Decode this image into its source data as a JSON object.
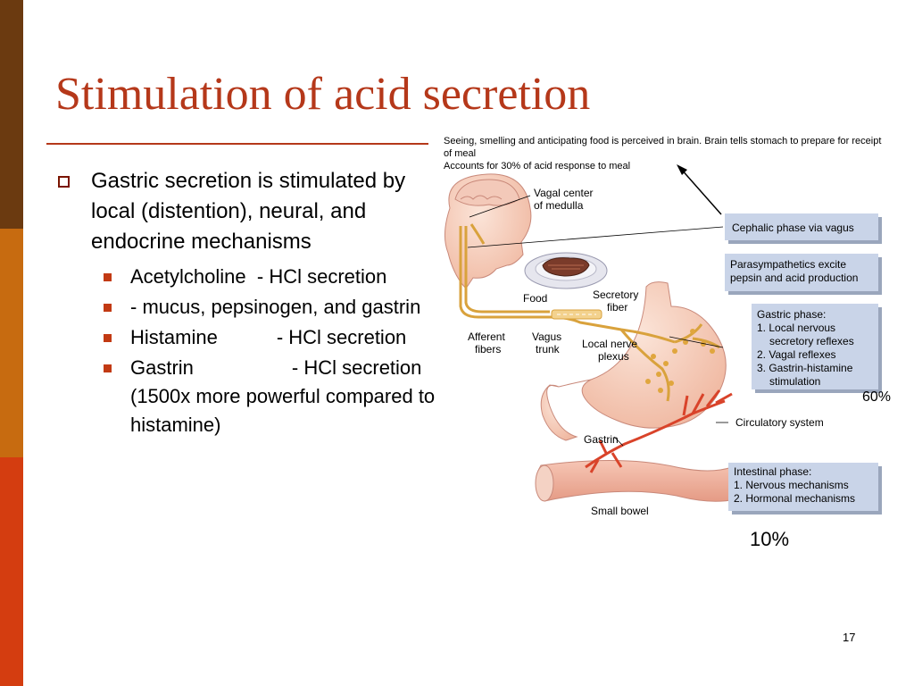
{
  "colors": {
    "title": "#b5381a",
    "sidebar_top": "#6b3a10",
    "sidebar_mid": "#c76b10",
    "sidebar_bottom": "#d43d10",
    "nerve": "#d9a23c",
    "artery": "#d9432a",
    "box_fill": "#c9d4e8"
  },
  "slide": {
    "title": "Stimulation of acid secretion",
    "bullet": "Gastric secretion is stimulated by local (distention), neural, and endocrine mechanisms",
    "sub_bullets": [
      {
        "a": "Acetylcholine",
        "b": "- HCl secretion"
      },
      {
        "a": "",
        "b": "- mucus, pepsinogen, and gastrin"
      },
      {
        "a": "Histamine",
        "b": "- HCl secretion"
      },
      {
        "a": "Gastrin",
        "b": "- HCl secretion (1500x more powerful compared to histamine)"
      }
    ],
    "note_line1": "Seeing, smelling and anticipating food is perceived in brain. Brain tells stomach to prepare for receipt of meal",
    "note_line2": "Accounts for 30% of acid response to meal",
    "pct_gastric": "60%",
    "pct_intestinal": "10%",
    "page_number": "17"
  },
  "diagram": {
    "vagal_center_1": "Vagal center",
    "vagal_center_2": "of medulla",
    "food": "Food",
    "secretory_fiber_1": "Secretory",
    "secretory_fiber_2": "fiber",
    "afferent_1": "Afferent",
    "afferent_2": "fibers",
    "vagus_1": "Vagus",
    "vagus_2": "trunk",
    "local_plexus_1": "Local nerve",
    "local_plexus_2": "plexus",
    "gastrin": "Gastrin",
    "circulatory": "Circulatory system",
    "small_bowel": "Small bowel",
    "cephalic_box": "Cephalic phase via vagus",
    "parasym_1": "Parasympathetics excite",
    "parasym_2": "pepsin and acid production",
    "gastric_1": "Gastric phase:",
    "gastric_2": "1. Local nervous",
    "gastric_3": "secretory reflexes",
    "gastric_4": "2. Vagal reflexes",
    "gastric_5": "3. Gastrin-histamine",
    "gastric_6": "stimulation",
    "intestinal_1": "Intestinal phase:",
    "intestinal_2": "1. Nervous mechanisms",
    "intestinal_3": "2. Hormonal mechanisms"
  }
}
